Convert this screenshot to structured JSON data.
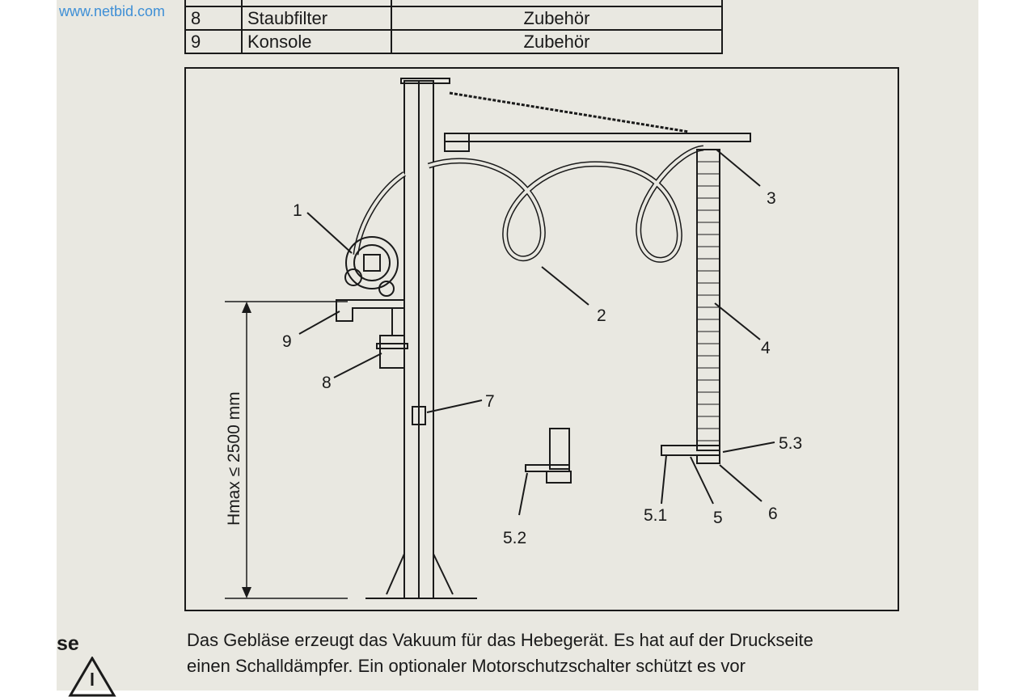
{
  "watermark": "www.netbid.com",
  "parts_table": {
    "rows": [
      {
        "num": "8",
        "name": "Staubfilter",
        "category": "Zubehör"
      },
      {
        "num": "9",
        "name": "Konsole",
        "category": "Zubehör"
      }
    ]
  },
  "figure": {
    "labels": {
      "l1": "1",
      "l2": "2",
      "l3": "3",
      "l4": "4",
      "l5": "5",
      "l51": "5.1",
      "l52": "5.2",
      "l53": "5.3",
      "l6": "6",
      "l7": "7",
      "l8": "8",
      "l9": "9"
    },
    "height_label": "Hmax ≤ 2500 mm"
  },
  "side_fragment": "se",
  "body": {
    "line1": "Das Gebläse erzeugt das Vakuum für das Hebegerät. Es hat auf der Druckseite",
    "line2": "einen Schalldämpfer. Ein optionaler Motorschutzschalter schützt es vor"
  },
  "icons": {
    "warning": "warning-triangle-icon"
  }
}
